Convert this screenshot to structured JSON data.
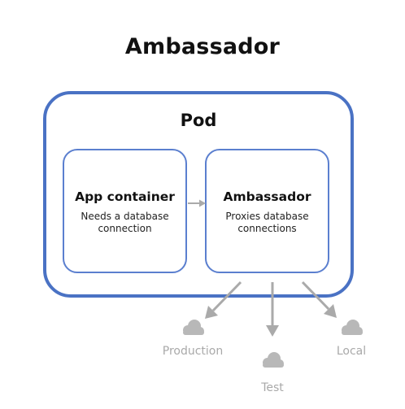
{
  "title": "Ambassador",
  "pod": {
    "label": "Pod",
    "app_container": {
      "title": "App container",
      "description": "Needs a database connection"
    },
    "ambassador": {
      "title": "Ambassador",
      "description": "Proxies database connections"
    }
  },
  "environments": [
    {
      "label": "Production",
      "icon": "cloud-icon"
    },
    {
      "label": "Test",
      "icon": "cloud-icon"
    },
    {
      "label": "Local",
      "icon": "cloud-icon"
    }
  ],
  "colors": {
    "pod_border": "#4a72c4",
    "box_border": "#5b7fcf",
    "arrow": "#aaaaaa",
    "muted_text": "#a9a9a9"
  }
}
